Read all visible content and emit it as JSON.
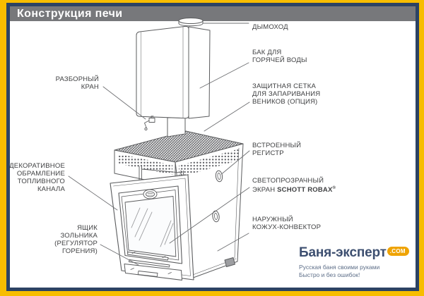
{
  "header": {
    "title": "Конструкция печи"
  },
  "colors": {
    "frame_outer": "#F7BD00",
    "frame_inner": "#2C4364",
    "header_bg": "#77787B",
    "badge": "#EFA302",
    "logo_text": "#3D4F70",
    "label_text": "#3F4042",
    "line_art": "#5B5C5E"
  },
  "labels": {
    "chimney": {
      "line1": "ДЫМОХОД"
    },
    "tank": {
      "line1": "БАК ДЛЯ",
      "line2": "ГОРЯЧЕЙ ВОДЫ"
    },
    "mesh": {
      "line1": "ЗАЩИТНАЯ СЕТКА",
      "line2": "ДЛЯ ЗАПАРИВАНИЯ",
      "line3": "ВЕНИКОВ (ОПЦИЯ)"
    },
    "register": {
      "line1": "ВСТРОЕННЫЙ",
      "line2": "РЕГИСТР"
    },
    "screen": {
      "line1": "СВЕТОПРОЗРАЧНЫЙ",
      "line2_prefix": "ЭКРАН ",
      "line2_bold": "SCHOTT ROBAX",
      "line2_reg": "®"
    },
    "casing": {
      "line1": "НАРУЖНЫЙ",
      "line2": "КОЖУХ-КОНВЕКТОР"
    },
    "tap": {
      "line1": "РАЗБОРНЫЙ",
      "line2": "КРАН"
    },
    "decor_frame": {
      "line1": "ДЕКОРАТИВНОЕ",
      "line2": "ОБРАМЛЕНИЕ",
      "line3": "ТОПЛИВНОГО",
      "line4": "КАНАЛА"
    },
    "ash_box": {
      "line1": "ЯЩИК",
      "line2": "ЗОЛЬНИКА",
      "line3": "(РЕГУЛЯТОР",
      "line4": "ГОРЕНИЯ)"
    }
  },
  "logo": {
    "brand": "Баня-эксперт",
    "domain": ".COM",
    "tagline_line1": "Русская баня своими руками",
    "tagline_line2": "Быстро и без ошибок!"
  }
}
